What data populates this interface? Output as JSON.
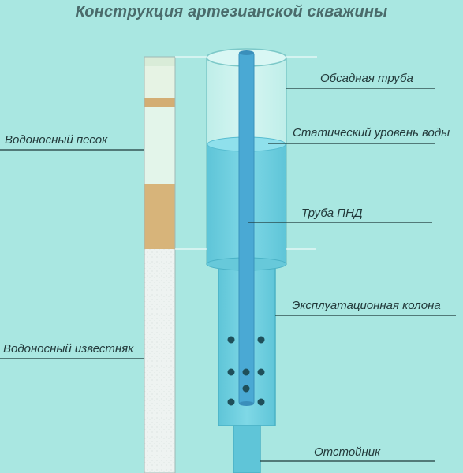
{
  "title": "Конструкция артезианской скважины",
  "labels": {
    "casing": "Обсадная труба",
    "static_level": "Статический уровень воды",
    "pnd_pipe": "Труба ПНД",
    "production_column": "Эксплуатационная колона",
    "sump": "Отстойник",
    "aquifer_sand": "Водоносный песок",
    "aquifer_limestone": "Водоносный известняк"
  },
  "colors": {
    "background": "#a9e7e1",
    "water": "#6fd0e0",
    "inner_pipe": "#4aa9d4",
    "sand": "#d7b47a",
    "layer_light": "#e3f3e8",
    "limestone": "#eef3f1",
    "leader_line": "#1f3a3a",
    "perforation": "#1f4f5a"
  }
}
